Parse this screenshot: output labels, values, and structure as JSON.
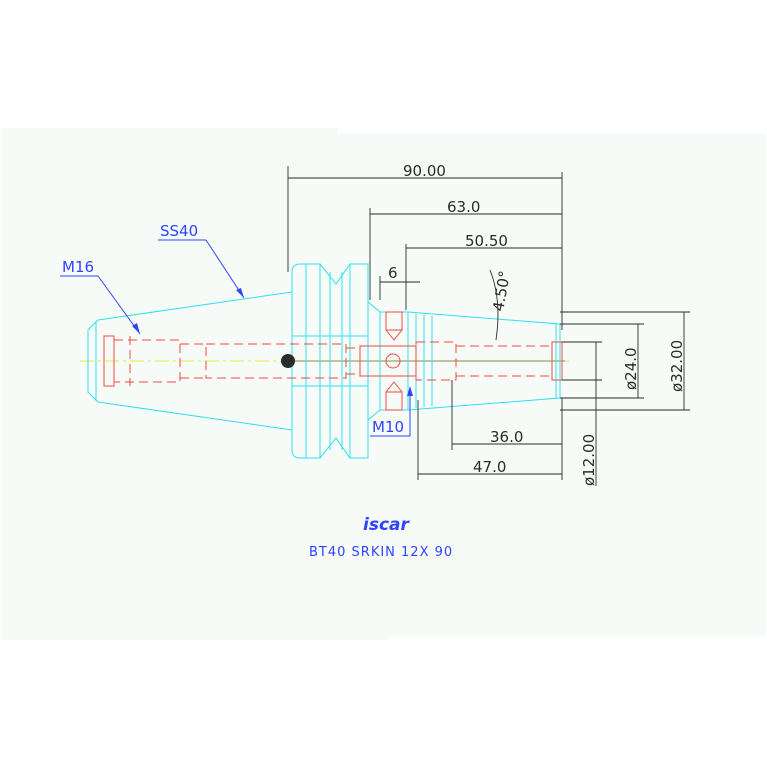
{
  "labels": {
    "ss40": "SS40",
    "m16": "M16",
    "m10": "M10"
  },
  "dimensions": {
    "overall_length": "90.00",
    "length_63": "63.0",
    "length_50": "50.50",
    "length_6": "6",
    "taper_angle": "4.50°",
    "dia_24": "ø24.0",
    "dia_32": "ø32.00",
    "length_36": "36.0",
    "length_47": "47.0",
    "dia_12": "ø12.00"
  },
  "logo": {
    "text": "iscar"
  },
  "caption": "BT40  SRKIN  12X  90",
  "colors": {
    "body_outline": "#33e0f0",
    "hidden_features": "#f04a40",
    "dimensions": "#2b2b2b",
    "labels": "#2e44ff",
    "centerline": "#e8e84a"
  }
}
